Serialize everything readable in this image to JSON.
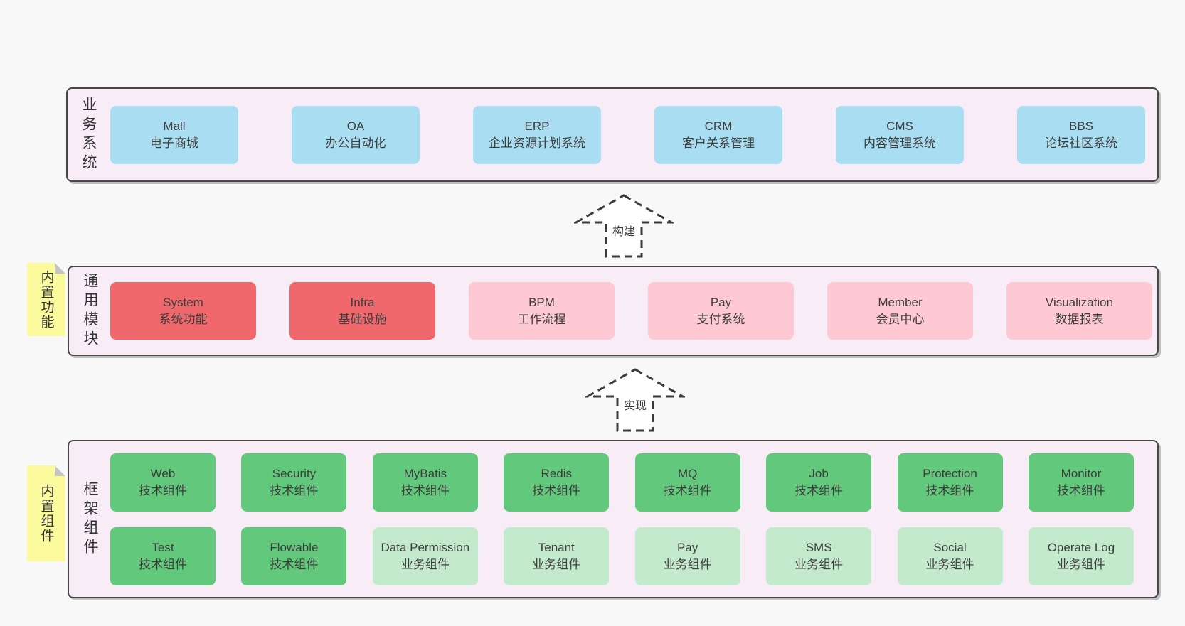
{
  "palette": {
    "page_background": "#f8f8f8",
    "layer_background": "#f8edf7",
    "layer_border": "#474747",
    "business_box_blue": "#a9def2",
    "core_module_red": "#f0686c",
    "optional_module_pink": "#ffc9d3",
    "tech_component_green": "#62c87b",
    "biz_component_light_green": "#c3eacc",
    "sticky_note_yellow": "#fbfb9e",
    "note_fold_gray": "#c4c4c4",
    "dash_stroke": "#3a3a3a",
    "text": "#3d3d3d"
  },
  "arrows": {
    "build": "构建",
    "implement": "实现"
  },
  "layers": [
    {
      "name": "业务系统",
      "boxes": [
        {
          "title": "Mall",
          "subtitle": "电子商城",
          "variant": "blue"
        },
        {
          "title": "OA",
          "subtitle": "办公自动化",
          "variant": "blue"
        },
        {
          "title": "ERP",
          "subtitle": "企业资源计划系统",
          "variant": "blue"
        },
        {
          "title": "CRM",
          "subtitle": "客户关系管理",
          "variant": "blue"
        },
        {
          "title": "CMS",
          "subtitle": "内容管理系统",
          "variant": "blue"
        },
        {
          "title": "BBS",
          "subtitle": "论坛社区系统",
          "variant": "blue"
        }
      ]
    },
    {
      "name": "通用模块",
      "note": "内置功能",
      "boxes": [
        {
          "title": "System",
          "subtitle": "系统功能",
          "variant": "red"
        },
        {
          "title": "Infra",
          "subtitle": "基础设施",
          "variant": "red"
        },
        {
          "title": "BPM",
          "subtitle": "工作流程",
          "variant": "pink"
        },
        {
          "title": "Pay",
          "subtitle": "支付系统",
          "variant": "pink"
        },
        {
          "title": "Member",
          "subtitle": "会员中心",
          "variant": "pink"
        },
        {
          "title": "Visualization",
          "subtitle": "数据报表",
          "variant": "pink"
        }
      ]
    },
    {
      "name": "框架组件",
      "note": "内置组件",
      "boxes": [
        {
          "title": "Web",
          "subtitle": "技术组件",
          "variant": "green"
        },
        {
          "title": "Security",
          "subtitle": "技术组件",
          "variant": "green"
        },
        {
          "title": "MyBatis",
          "subtitle": "技术组件",
          "variant": "green"
        },
        {
          "title": "Redis",
          "subtitle": "技术组件",
          "variant": "green"
        },
        {
          "title": "MQ",
          "subtitle": "技术组件",
          "variant": "green"
        },
        {
          "title": "Job",
          "subtitle": "技术组件",
          "variant": "green"
        },
        {
          "title": "Protection",
          "subtitle": "技术组件",
          "variant": "green"
        },
        {
          "title": "Monitor",
          "subtitle": "技术组件",
          "variant": "green"
        },
        {
          "title": "Test",
          "subtitle": "技术组件",
          "variant": "green"
        },
        {
          "title": "Flowable",
          "subtitle": "技术组件",
          "variant": "green"
        },
        {
          "title": "Data Permission",
          "subtitle": "业务组件",
          "variant": "light-green"
        },
        {
          "title": "Tenant",
          "subtitle": "业务组件",
          "variant": "light-green"
        },
        {
          "title": "Pay",
          "subtitle": "业务组件",
          "variant": "light-green"
        },
        {
          "title": "SMS",
          "subtitle": "业务组件",
          "variant": "light-green"
        },
        {
          "title": "Social",
          "subtitle": "业务组件",
          "variant": "light-green"
        },
        {
          "title": "Operate Log",
          "subtitle": "业务组件",
          "variant": "light-green"
        }
      ]
    }
  ]
}
